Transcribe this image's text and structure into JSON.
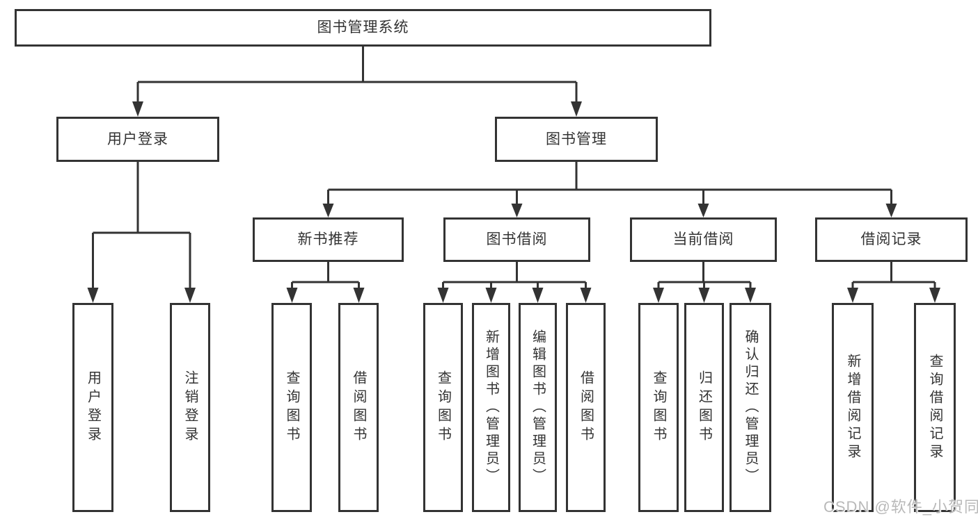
{
  "colors": {
    "line": "#333333",
    "box_border": "#333333",
    "text": "#333333",
    "watermark": "#b9b9b9",
    "background": "#ffffff"
  },
  "watermark": "CSDN @软件_小贺同学",
  "tree": {
    "label": "图书管理系统",
    "children": [
      {
        "label": "用户登录",
        "children": [
          {
            "label": "用户登录"
          },
          {
            "label": "注销登录"
          }
        ]
      },
      {
        "label": "图书管理",
        "children": [
          {
            "label": "新书推荐",
            "children": [
              {
                "label": "查询图书"
              },
              {
                "label": "借阅图书"
              }
            ]
          },
          {
            "label": "图书借阅",
            "children": [
              {
                "label": "查询图书"
              },
              {
                "label": "新增图书（管理员）"
              },
              {
                "label": "编辑图书（管理员）"
              },
              {
                "label": "借阅图书"
              }
            ]
          },
          {
            "label": "当前借阅",
            "children": [
              {
                "label": "查询图书"
              },
              {
                "label": "归还图书"
              },
              {
                "label": "确认归还（管理员）"
              }
            ]
          },
          {
            "label": "借阅记录",
            "children": [
              {
                "label": "新增借阅记录"
              },
              {
                "label": "查询借阅记录"
              }
            ]
          }
        ]
      }
    ]
  }
}
